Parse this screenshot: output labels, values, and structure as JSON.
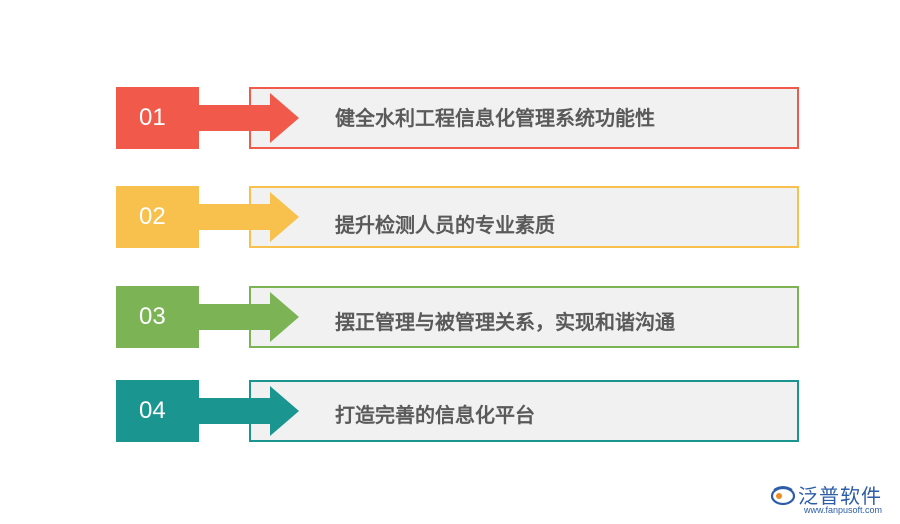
{
  "steps": [
    {
      "number": "01",
      "text": "健全水利工程信息化管理系统功能性",
      "color": "#f15a4a"
    },
    {
      "number": "02",
      "text": "提升检测人员的专业素质",
      "color": "#f8c04c"
    },
    {
      "number": "03",
      "text": "摆正管理与被管理关系，实现和谐沟通",
      "color": "#7cb455"
    },
    {
      "number": "04",
      "text": "打造完善的信息化平台",
      "color": "#1a9590"
    }
  ],
  "logo": {
    "name": "泛普软件",
    "url": "www.fanpusoft.com",
    "icon": "fanpu-logo-icon",
    "color": "#2d5da8"
  }
}
